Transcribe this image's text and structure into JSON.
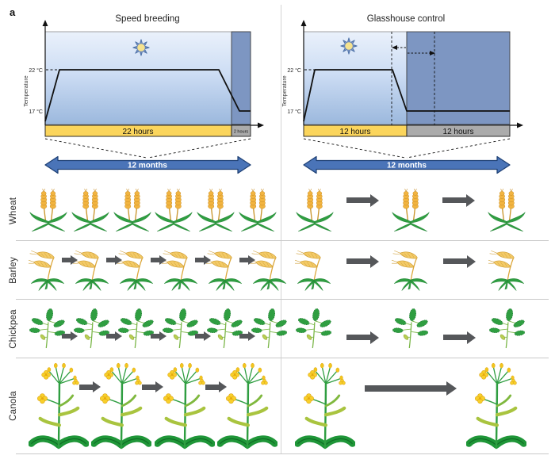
{
  "figure": {
    "panel_label": "a",
    "panels": [
      {
        "title": "Speed breeding",
        "y_axis_label": "Temperature",
        "temp_high": "22 °C",
        "temp_low": "17 °C",
        "day_bar": "22 hours",
        "night_bar": "2 hours",
        "duration": "12 months",
        "photoperiod": {
          "light_hours": 22,
          "dark_hours": 2,
          "temp_high_c": 22,
          "temp_low_c": 17,
          "duration_months": 12
        }
      },
      {
        "title": "Glasshouse control",
        "y_axis_label": "Temperature",
        "temp_high": "22 °C",
        "temp_low": "17 °C",
        "day_bar": "12 hours",
        "night_bar": "12 hours",
        "duration": "12 months",
        "photoperiod": {
          "light_hours": 12,
          "dark_hours": 12,
          "temp_high_c": 22,
          "temp_low_c": 17,
          "duration_months": 12
        }
      }
    ],
    "rows": [
      {
        "label": "Wheat",
        "icon": "wheat-icon",
        "speed": {
          "plants": 6,
          "arrows": 0
        },
        "control": {
          "plants": 3,
          "arrows": 2
        }
      },
      {
        "label": "Barley",
        "icon": "barley-icon",
        "speed": {
          "plants": 6,
          "arrows": 5
        },
        "control": {
          "plants": 3,
          "arrows": 2
        }
      },
      {
        "label": "Chickpea",
        "icon": "chickpea-icon",
        "speed": {
          "plants": 6,
          "arrows": 5
        },
        "control": {
          "plants": 3,
          "arrows": 2
        }
      },
      {
        "label": "Canola",
        "icon": "canola-icon",
        "speed": {
          "plants": 4,
          "arrows": 3
        },
        "control": {
          "plants": 2,
          "arrows": 1,
          "long_arrow": true
        }
      }
    ],
    "icons": {
      "sun": "sun-icon",
      "generation": "generation-arrow",
      "duration": "duration-double-arrow"
    },
    "colors": {
      "day_bar": "#fbd55c",
      "night_bar": "#ababab",
      "sky_light": "#d9e6f7",
      "sky_dark_band": "#7d96c2",
      "months_arrow": "#4a74b8",
      "generation_arrow": "#55575a",
      "wheat_gold": "#f2b440",
      "barley_gold": "#f3ca67",
      "foliage_green": "#2f9e41",
      "canola_flower": "#f8cf2a"
    }
  }
}
